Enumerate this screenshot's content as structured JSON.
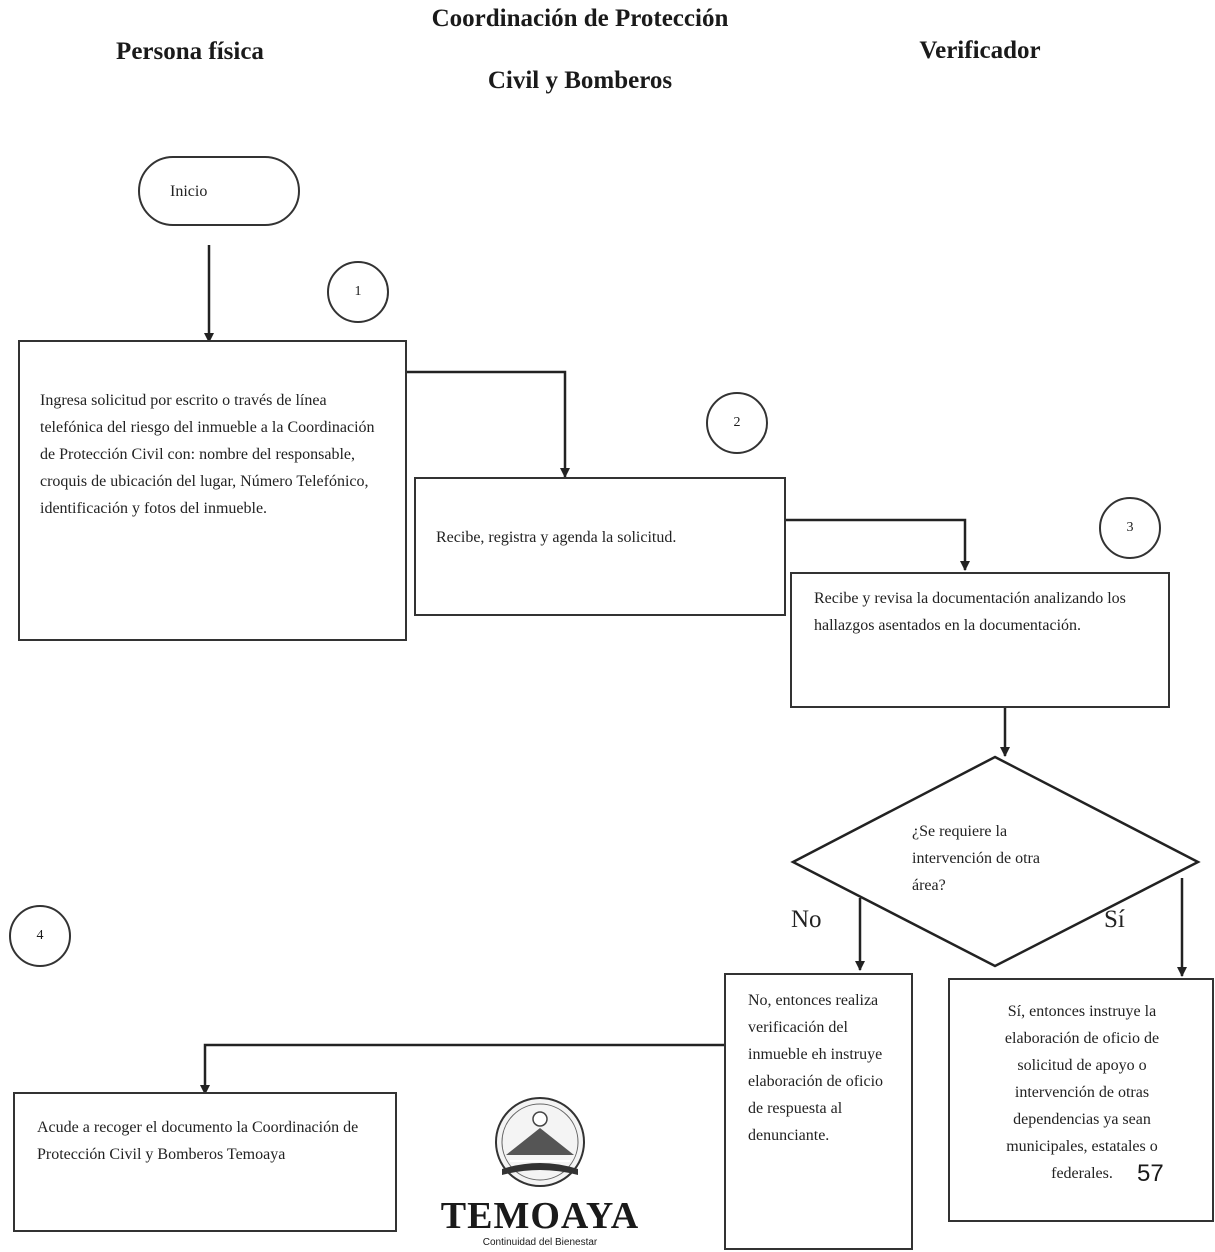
{
  "headers": {
    "col1": "Persona física",
    "col2_line1": "Coordinación de Protección",
    "col2_line2": "Civil y Bomberos",
    "col3": "Verificador"
  },
  "nodes": {
    "start": "Inicio",
    "step1": "Ingresa solicitud por escrito o través de línea telefónica del riesgo del inmueble a la Coordinación de Protección Civil con: nombre del responsable, croquis de ubicación del lugar, Número Telefónico, identificación y fotos del inmueble.",
    "step2": "Recibe, registra y agenda la solicitud.",
    "step3": "Recibe y revisa la documentación analizando los hallazgos asentados en la documentación.",
    "decision": "¿Se requiere la intervención de otra área?",
    "no_branch": "No, entonces realiza verificación del inmueble eh instruye elaboración de oficio de respuesta al denunciante.",
    "yes_branch": "Sí, entonces instruye la elaboración de oficio de solicitud de apoyo o intervención de otras dependencias ya sean municipales, estatales o federales.",
    "step4": "Acude a recoger el documento la Coordinación de Protección Civil y Bomberos Temoaya"
  },
  "step_numbers": [
    "1",
    "2",
    "3",
    "4"
  ],
  "branch_labels": {
    "no": "No",
    "yes": "Sí"
  },
  "logo": {
    "name": "TEMOAYA",
    "tagline": "Continuidad del Bienestar"
  },
  "page_number": "57"
}
